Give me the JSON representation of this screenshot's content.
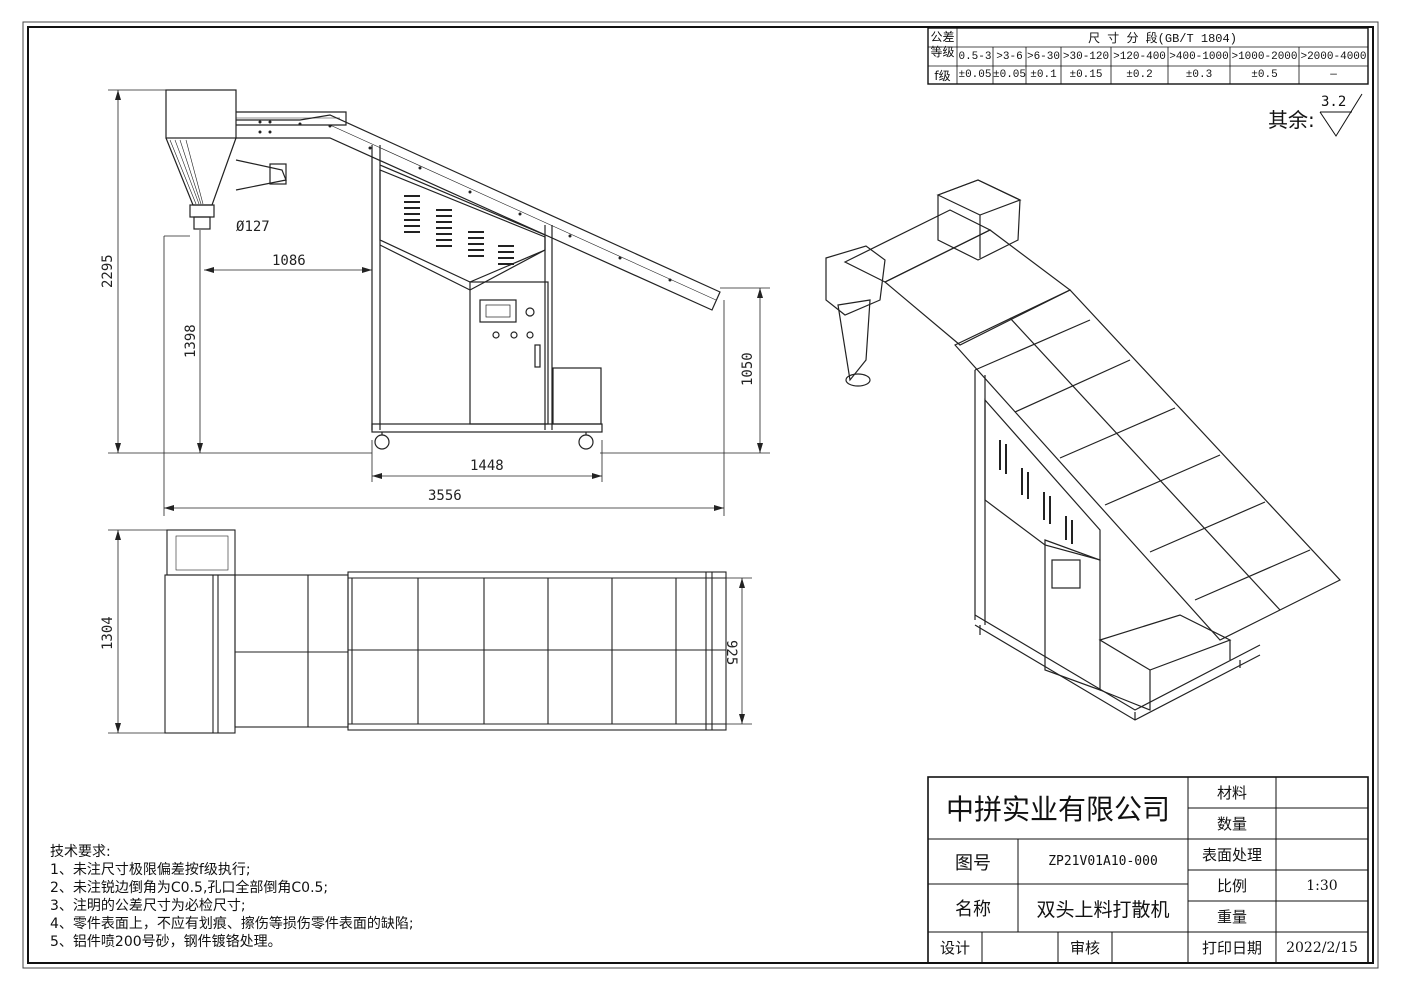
{
  "tolerance_table": {
    "corner_top": "公差",
    "corner_bottom": "等级",
    "header": "尺 寸 分 段(GB/T 1804)",
    "ranges": [
      "0.5-3",
      ">3-6",
      ">6-30",
      ">30-120",
      ">120-400",
      ">400-1000",
      ">1000-2000",
      ">2000-4000"
    ],
    "grade_label": "f级",
    "values": [
      "±0.05",
      "±0.05",
      "±0.1",
      "±0.15",
      "±0.2",
      "±0.3",
      "±0.5",
      "—"
    ]
  },
  "roughness": {
    "label": "其余:",
    "value": "3.2"
  },
  "dimensions": {
    "d2295": "2295",
    "d1398": "1398",
    "d1086": "1086",
    "d127": "127",
    "d1050": "1050",
    "d1448": "1448",
    "d3556": "3556",
    "d1304": "1304",
    "d925": "925"
  },
  "tech_requirements": {
    "title": "技术要求:",
    "items": [
      "1、未注尺寸极限偏差按f级执行;",
      "2、未注锐边倒角为C0.5,孔口全部倒角C0.5;",
      "3、注明的公差尺寸为必检尺寸;",
      "4、零件表面上，不应有划痕、擦伤等损伤零件表面的缺陷;",
      "5、铝件喷200号砂，钢件镀铬处理。"
    ]
  },
  "title_block": {
    "company": "中拼实业有限公司",
    "drawing_no_label": "图号",
    "drawing_no": "ZP21V01A10-000",
    "name_label": "名称",
    "name": "双头上料打散机",
    "material_label": "材料",
    "material": "",
    "quantity_label": "数量",
    "quantity": "",
    "surface_label": "表面处理",
    "surface": "",
    "scale_label": "比例",
    "scale": "1:30",
    "weight_label": "重量",
    "weight": "",
    "design_label": "设计",
    "design": "",
    "review_label": "审核",
    "review": "",
    "print_date_label": "打印日期",
    "print_date": "2022/2/15"
  }
}
